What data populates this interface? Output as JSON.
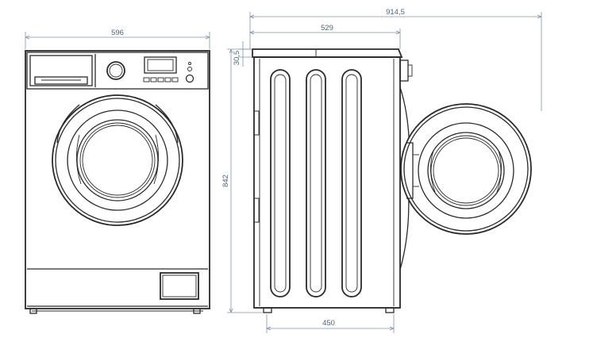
{
  "dimensions": {
    "front_width": "596",
    "total_depth": "914,5",
    "body_depth": "529",
    "top_height": "30,5",
    "total_height": "842",
    "base_depth": "450"
  },
  "colors": {
    "outline": "#2a2a2a",
    "dimension_line": "#7f93a6",
    "dimension_text": "#4e6478"
  }
}
